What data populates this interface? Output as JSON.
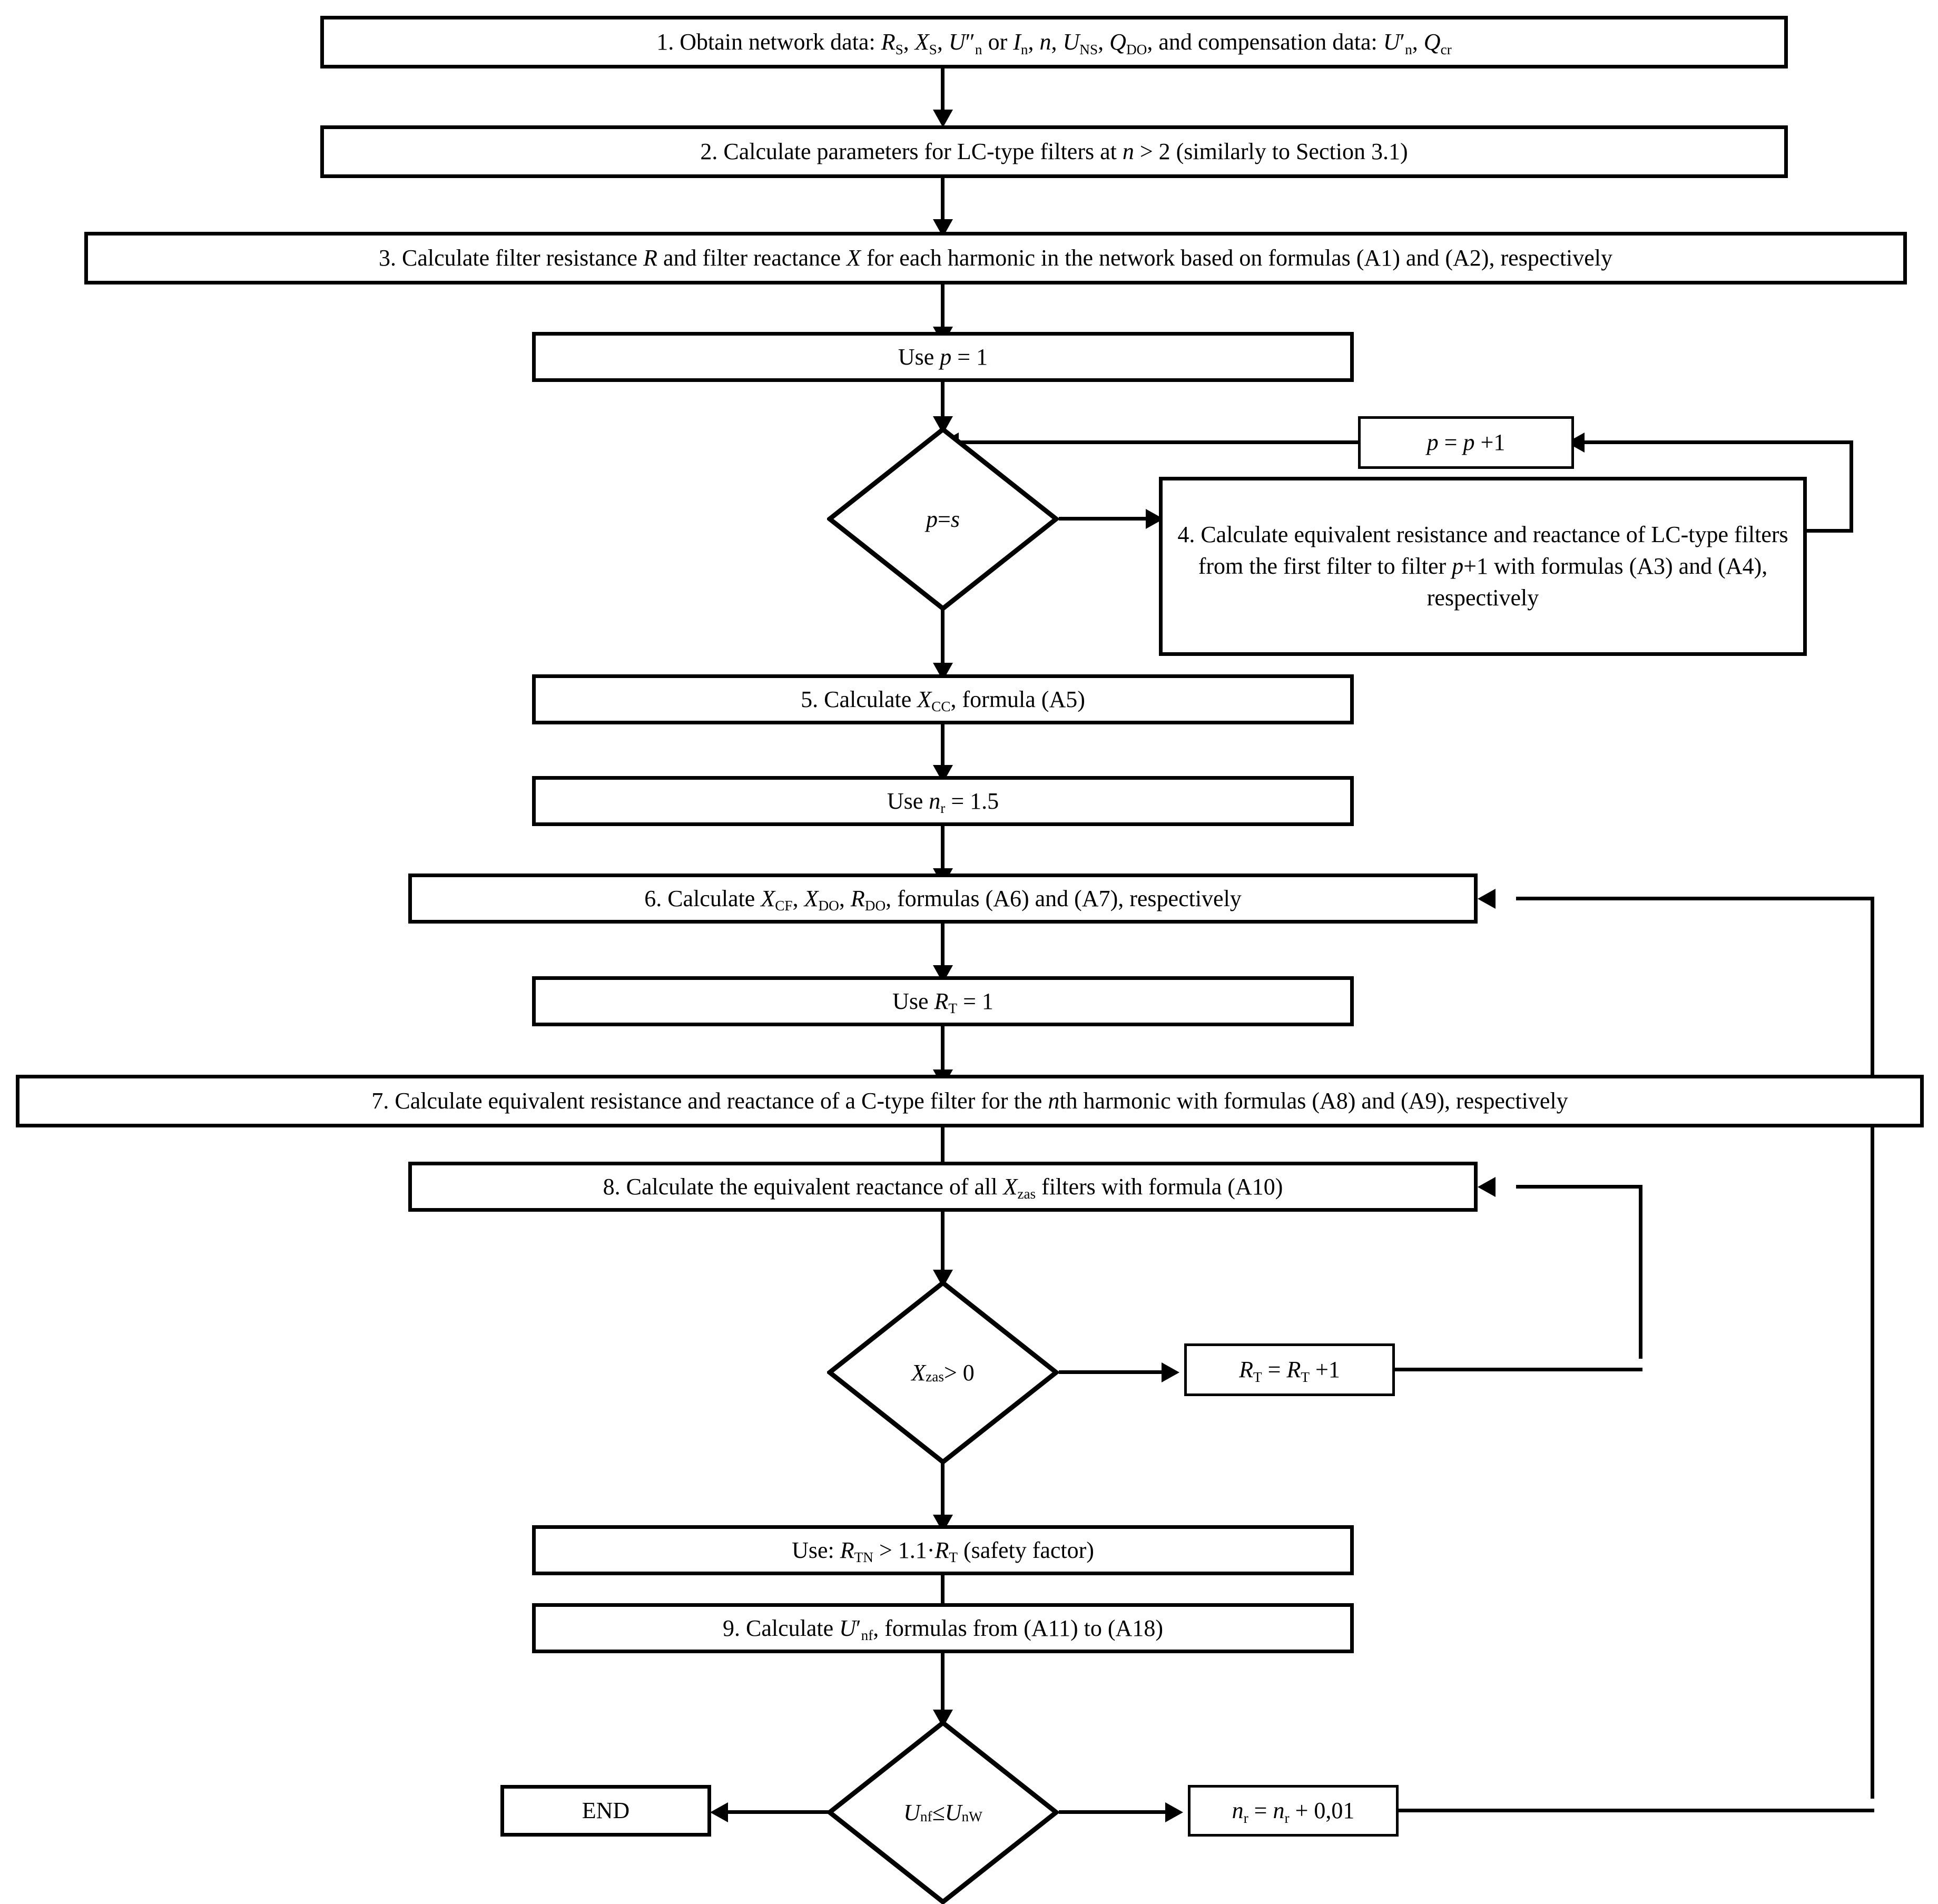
{
  "diagram": {
    "title": "Flowchart of the C-type filter design algorithm",
    "stroke_color": "#000000",
    "background_color": "#ffffff",
    "nodes": [
      {
        "id": "step1",
        "shape": "process",
        "label": "1. Obtain network data: RS, XS, U″n or In, n, UNS, QDO, and compensation data: U′n, Qcr"
      },
      {
        "id": "step2",
        "shape": "process",
        "label": "2. Calculate parameters for LC-type filters at n > 2 (similarly to Section 3.1)"
      },
      {
        "id": "step3",
        "shape": "process",
        "label": "3. Calculate filter resistance R and filter reactance X for each harmonic in the network based on formulas (A1) and (A2), respectively"
      },
      {
        "id": "use_p1",
        "shape": "process",
        "label": "Use p = 1"
      },
      {
        "id": "dec_p_eq_s",
        "shape": "decision",
        "label": "p = s"
      },
      {
        "id": "p_incr",
        "shape": "process",
        "label": "p = p +1"
      },
      {
        "id": "step4",
        "shape": "process",
        "label": "4. Calculate equivalent resistance and reactance of LC-type filters from the first filter to filter p+1 with formulas (A3) and (A4), respectively"
      },
      {
        "id": "step5",
        "shape": "process",
        "label": "5. Calculate XCC, formula (A5)"
      },
      {
        "id": "use_nr",
        "shape": "process",
        "label": "Use nr = 1.5"
      },
      {
        "id": "step6",
        "shape": "process",
        "label": "6. Calculate XCF, XDO, RDO, formulas (A6) and (A7), respectively"
      },
      {
        "id": "use_rt",
        "shape": "process",
        "label": "Use RT = 1"
      },
      {
        "id": "step7",
        "shape": "process",
        "label": "7. Calculate equivalent resistance and reactance of a C-type filter for the nth harmonic with formulas (A8) and (A9), respectively"
      },
      {
        "id": "step8",
        "shape": "process",
        "label": "8. Calculate the equivalent reactance of all Xzas filters with formula (A10)"
      },
      {
        "id": "dec_xzas",
        "shape": "decision",
        "label": "Xzas > 0"
      },
      {
        "id": "rt_incr",
        "shape": "process",
        "label": "RT = RT +1"
      },
      {
        "id": "use_rtn",
        "shape": "process",
        "label": "Use: RTN > 1.1·RT (safety factor)"
      },
      {
        "id": "step9",
        "shape": "process",
        "label": "9. Calculate U′nf, formulas from (A11) to (A18)"
      },
      {
        "id": "dec_unf",
        "shape": "decision",
        "label": "Unf ≤ UnW"
      },
      {
        "id": "end",
        "shape": "terminator",
        "label": "END"
      },
      {
        "id": "nr_incr",
        "shape": "process",
        "label": "nr = nr + 0,01"
      }
    ],
    "edges": [
      {
        "from": "step1",
        "to": "step2",
        "kind": "down"
      },
      {
        "from": "step2",
        "to": "step3",
        "kind": "down"
      },
      {
        "from": "step3",
        "to": "use_p1",
        "kind": "down"
      },
      {
        "from": "use_p1",
        "to": "dec_p_eq_s",
        "kind": "down"
      },
      {
        "from": "dec_p_eq_s",
        "to": "step4",
        "kind": "right-no"
      },
      {
        "from": "step4",
        "to": "p_incr",
        "kind": "loop-up-right"
      },
      {
        "from": "p_incr",
        "to": "dec_p_eq_s",
        "kind": "left-back"
      },
      {
        "from": "dec_p_eq_s",
        "to": "step5",
        "kind": "down-yes"
      },
      {
        "from": "step5",
        "to": "use_nr",
        "kind": "down"
      },
      {
        "from": "use_nr",
        "to": "step6",
        "kind": "down"
      },
      {
        "from": "step6",
        "to": "use_rt",
        "kind": "down"
      },
      {
        "from": "use_rt",
        "to": "step7",
        "kind": "down"
      },
      {
        "from": "step7",
        "to": "step8",
        "kind": "down"
      },
      {
        "from": "step8",
        "to": "dec_xzas",
        "kind": "down"
      },
      {
        "from": "dec_xzas",
        "to": "rt_incr",
        "kind": "right-yes"
      },
      {
        "from": "rt_incr",
        "to": "step8",
        "kind": "loop-back-up"
      },
      {
        "from": "dec_xzas",
        "to": "use_rtn",
        "kind": "down-no"
      },
      {
        "from": "use_rtn",
        "to": "step9",
        "kind": "down"
      },
      {
        "from": "step9",
        "to": "dec_unf",
        "kind": "down"
      },
      {
        "from": "dec_unf",
        "to": "end",
        "kind": "left-yes"
      },
      {
        "from": "dec_unf",
        "to": "nr_incr",
        "kind": "right-no"
      },
      {
        "from": "nr_incr",
        "to": "step6",
        "kind": "loop-back-up-far"
      }
    ]
  }
}
